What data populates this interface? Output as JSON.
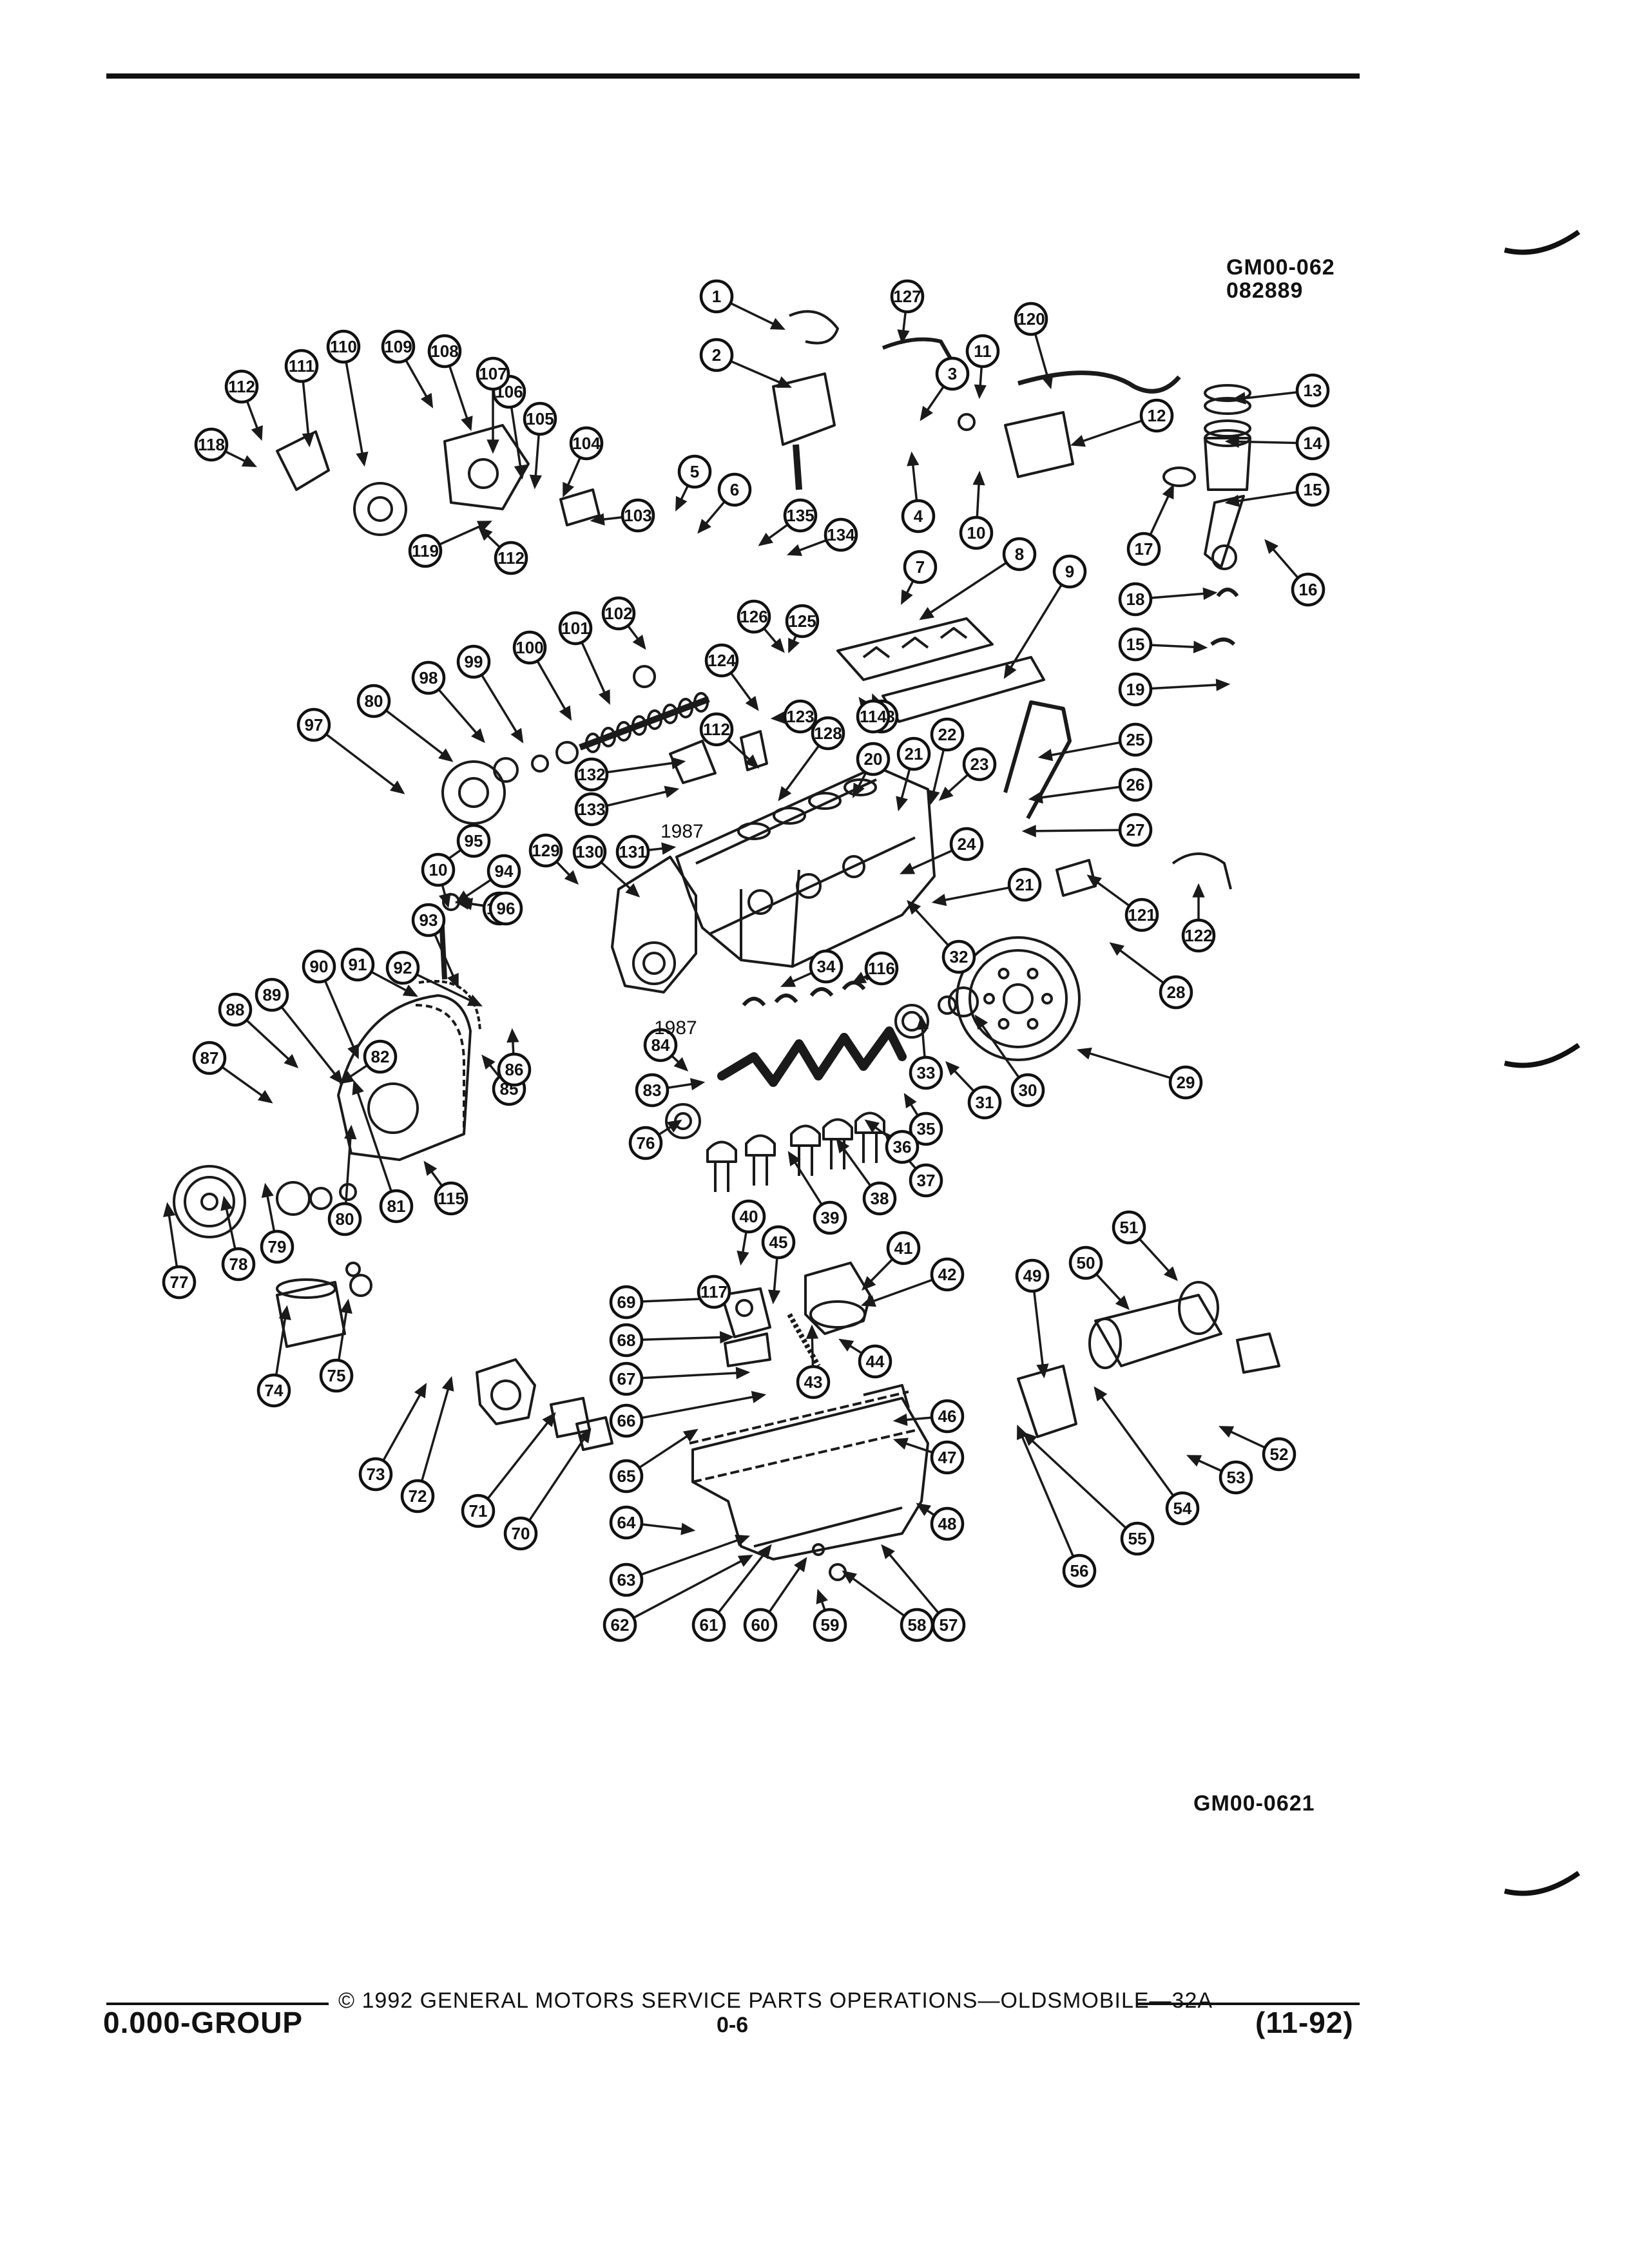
{
  "header": {
    "code_top": "GM00-062",
    "code_date": "082889"
  },
  "figure": {
    "code_bottom": "GM00-0621",
    "year_labels": [
      "1987",
      "1987",
      "1987"
    ]
  },
  "callouts": [
    {
      "n": "1"
    },
    {
      "n": "2"
    },
    {
      "n": "3"
    },
    {
      "n": "4"
    },
    {
      "n": "5"
    },
    {
      "n": "6"
    },
    {
      "n": "7"
    },
    {
      "n": "8"
    },
    {
      "n": "9"
    },
    {
      "n": "10"
    },
    {
      "n": "11"
    },
    {
      "n": "12"
    },
    {
      "n": "13"
    },
    {
      "n": "14"
    },
    {
      "n": "15"
    },
    {
      "n": "16"
    },
    {
      "n": "17"
    },
    {
      "n": "18"
    },
    {
      "n": "15"
    },
    {
      "n": "19"
    },
    {
      "n": "20"
    },
    {
      "n": "21"
    },
    {
      "n": "22"
    },
    {
      "n": "23"
    },
    {
      "n": "24"
    },
    {
      "n": "25"
    },
    {
      "n": "26"
    },
    {
      "n": "27"
    },
    {
      "n": "21"
    },
    {
      "n": "28"
    },
    {
      "n": "29"
    },
    {
      "n": "30"
    },
    {
      "n": "31"
    },
    {
      "n": "32"
    },
    {
      "n": "33"
    },
    {
      "n": "34"
    },
    {
      "n": "35"
    },
    {
      "n": "36"
    },
    {
      "n": "37"
    },
    {
      "n": "38"
    },
    {
      "n": "39"
    },
    {
      "n": "40"
    },
    {
      "n": "41"
    },
    {
      "n": "42"
    },
    {
      "n": "43"
    },
    {
      "n": "44"
    },
    {
      "n": "45"
    },
    {
      "n": "46"
    },
    {
      "n": "47"
    },
    {
      "n": "48"
    },
    {
      "n": "49"
    },
    {
      "n": "50"
    },
    {
      "n": "51"
    },
    {
      "n": "52"
    },
    {
      "n": "53"
    },
    {
      "n": "54"
    },
    {
      "n": "55"
    },
    {
      "n": "56"
    },
    {
      "n": "57"
    },
    {
      "n": "58"
    },
    {
      "n": "59"
    },
    {
      "n": "60"
    },
    {
      "n": "61"
    },
    {
      "n": "62"
    },
    {
      "n": "63"
    },
    {
      "n": "64"
    },
    {
      "n": "65"
    },
    {
      "n": "66"
    },
    {
      "n": "67"
    },
    {
      "n": "68"
    },
    {
      "n": "69"
    },
    {
      "n": "70"
    },
    {
      "n": "71"
    },
    {
      "n": "72"
    },
    {
      "n": "73"
    },
    {
      "n": "74"
    },
    {
      "n": "75"
    },
    {
      "n": "76"
    },
    {
      "n": "77"
    },
    {
      "n": "78"
    },
    {
      "n": "79"
    },
    {
      "n": "80"
    },
    {
      "n": "81"
    },
    {
      "n": "82"
    },
    {
      "n": "83"
    },
    {
      "n": "84"
    },
    {
      "n": "85"
    },
    {
      "n": "86"
    },
    {
      "n": "87"
    },
    {
      "n": "88"
    },
    {
      "n": "89"
    },
    {
      "n": "90"
    },
    {
      "n": "91"
    },
    {
      "n": "92"
    },
    {
      "n": "93"
    },
    {
      "n": "10"
    },
    {
      "n": "111"
    },
    {
      "n": "94"
    },
    {
      "n": "95"
    },
    {
      "n": "96"
    },
    {
      "n": "97"
    },
    {
      "n": "80"
    },
    {
      "n": "98"
    },
    {
      "n": "99"
    },
    {
      "n": "100"
    },
    {
      "n": "101"
    },
    {
      "n": "102"
    },
    {
      "n": "103"
    },
    {
      "n": "104"
    },
    {
      "n": "105"
    },
    {
      "n": "106"
    },
    {
      "n": "107"
    },
    {
      "n": "108"
    },
    {
      "n": "109"
    },
    {
      "n": "110"
    },
    {
      "n": "111"
    },
    {
      "n": "112"
    },
    {
      "n": "112"
    },
    {
      "n": "112"
    },
    {
      "n": "113"
    },
    {
      "n": "114"
    },
    {
      "n": "115"
    },
    {
      "n": "116"
    },
    {
      "n": "117"
    },
    {
      "n": "118"
    },
    {
      "n": "119"
    },
    {
      "n": "120"
    },
    {
      "n": "121"
    },
    {
      "n": "122"
    },
    {
      "n": "123"
    },
    {
      "n": "124"
    },
    {
      "n": "125"
    },
    {
      "n": "126"
    },
    {
      "n": "127"
    },
    {
      "n": "128"
    },
    {
      "n": "129"
    },
    {
      "n": "130"
    },
    {
      "n": "131"
    },
    {
      "n": "132"
    },
    {
      "n": "133"
    },
    {
      "n": "134"
    },
    {
      "n": "135"
    }
  ],
  "footer": {
    "copyright": "© 1992 GENERAL MOTORS SERVICE PARTS OPERATIONS—OLDSMOBILE—32A",
    "group": "0.000-GROUP",
    "page": "0-6",
    "date": "(11-92)"
  }
}
